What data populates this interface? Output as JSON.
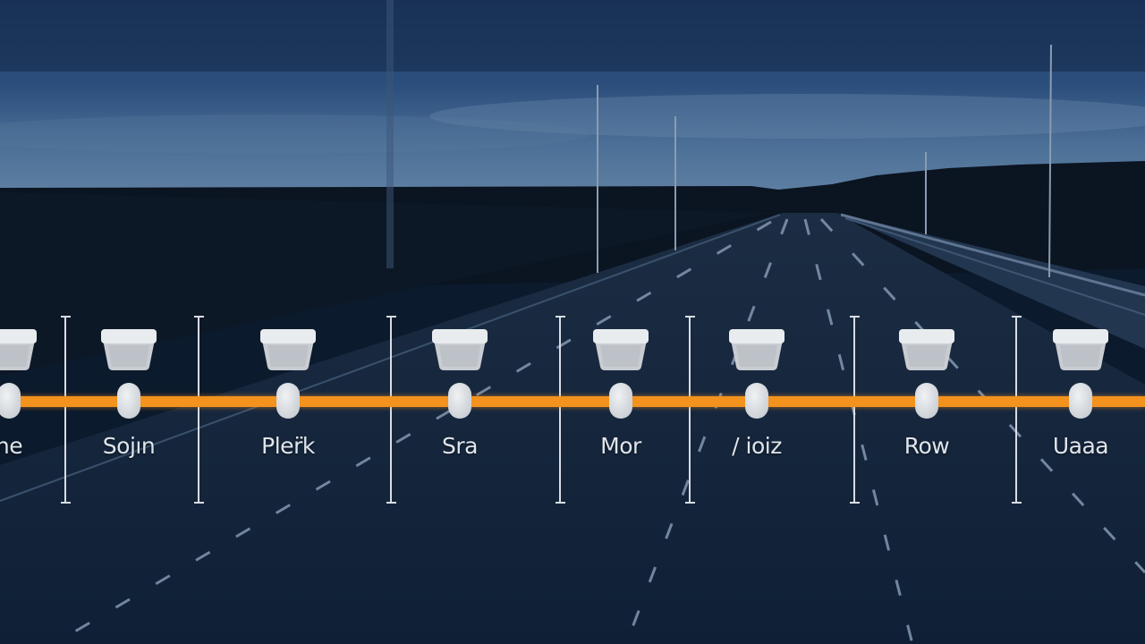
{
  "timeline": {
    "accent_color": "#f3921c",
    "stations": [
      {
        "label": "ne"
      },
      {
        "label": "Sojın"
      },
      {
        "label": "Pler̈k"
      },
      {
        "label": "Sra"
      },
      {
        "label": "Mor"
      },
      {
        "label": "/ ioiz"
      },
      {
        "label": "Row"
      },
      {
        "label": "Uaaa"
      }
    ]
  }
}
